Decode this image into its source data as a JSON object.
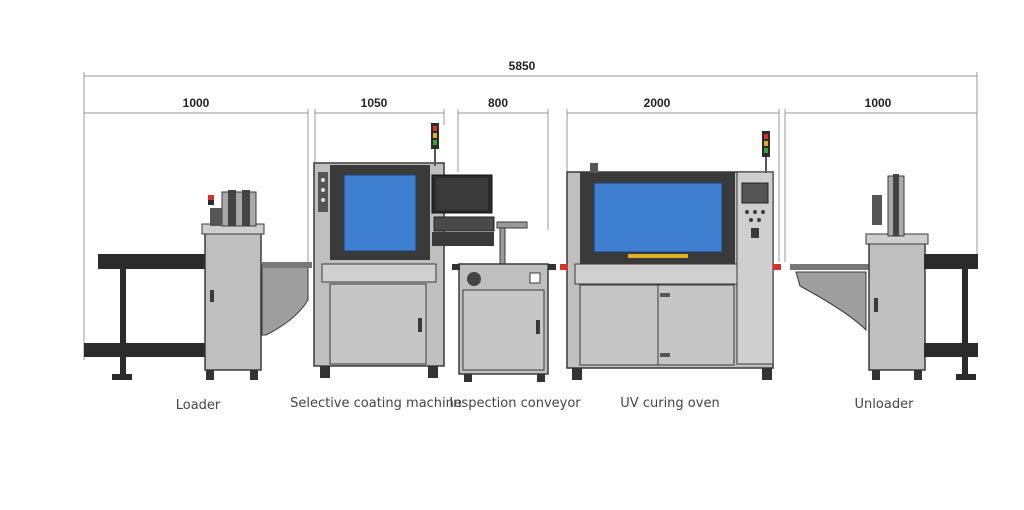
{
  "overall": {
    "label": "5850"
  },
  "sections": [
    {
      "id": "loader",
      "dimension": "1000",
      "name": "Loader"
    },
    {
      "id": "coater",
      "dimension": "1050",
      "name": "Selective coating machine"
    },
    {
      "id": "inspection",
      "dimension": "800",
      "name": "Inspection conveyor"
    },
    {
      "id": "uv",
      "dimension": "2000",
      "name": "UV curing oven"
    },
    {
      "id": "unloader",
      "dimension": "1000",
      "name": "Unloader"
    }
  ],
  "colors": {
    "body": "#bfbfbf",
    "frame": "#3a3a3a",
    "window": "#3f7fd0",
    "window_dark": "#2a5fa8",
    "rail": "#2b2b2b",
    "dim_line": "#9a9a9a",
    "lamp_red": "#d0342c",
    "lamp_yellow": "#e0b020",
    "lamp_green": "#3aa040"
  }
}
